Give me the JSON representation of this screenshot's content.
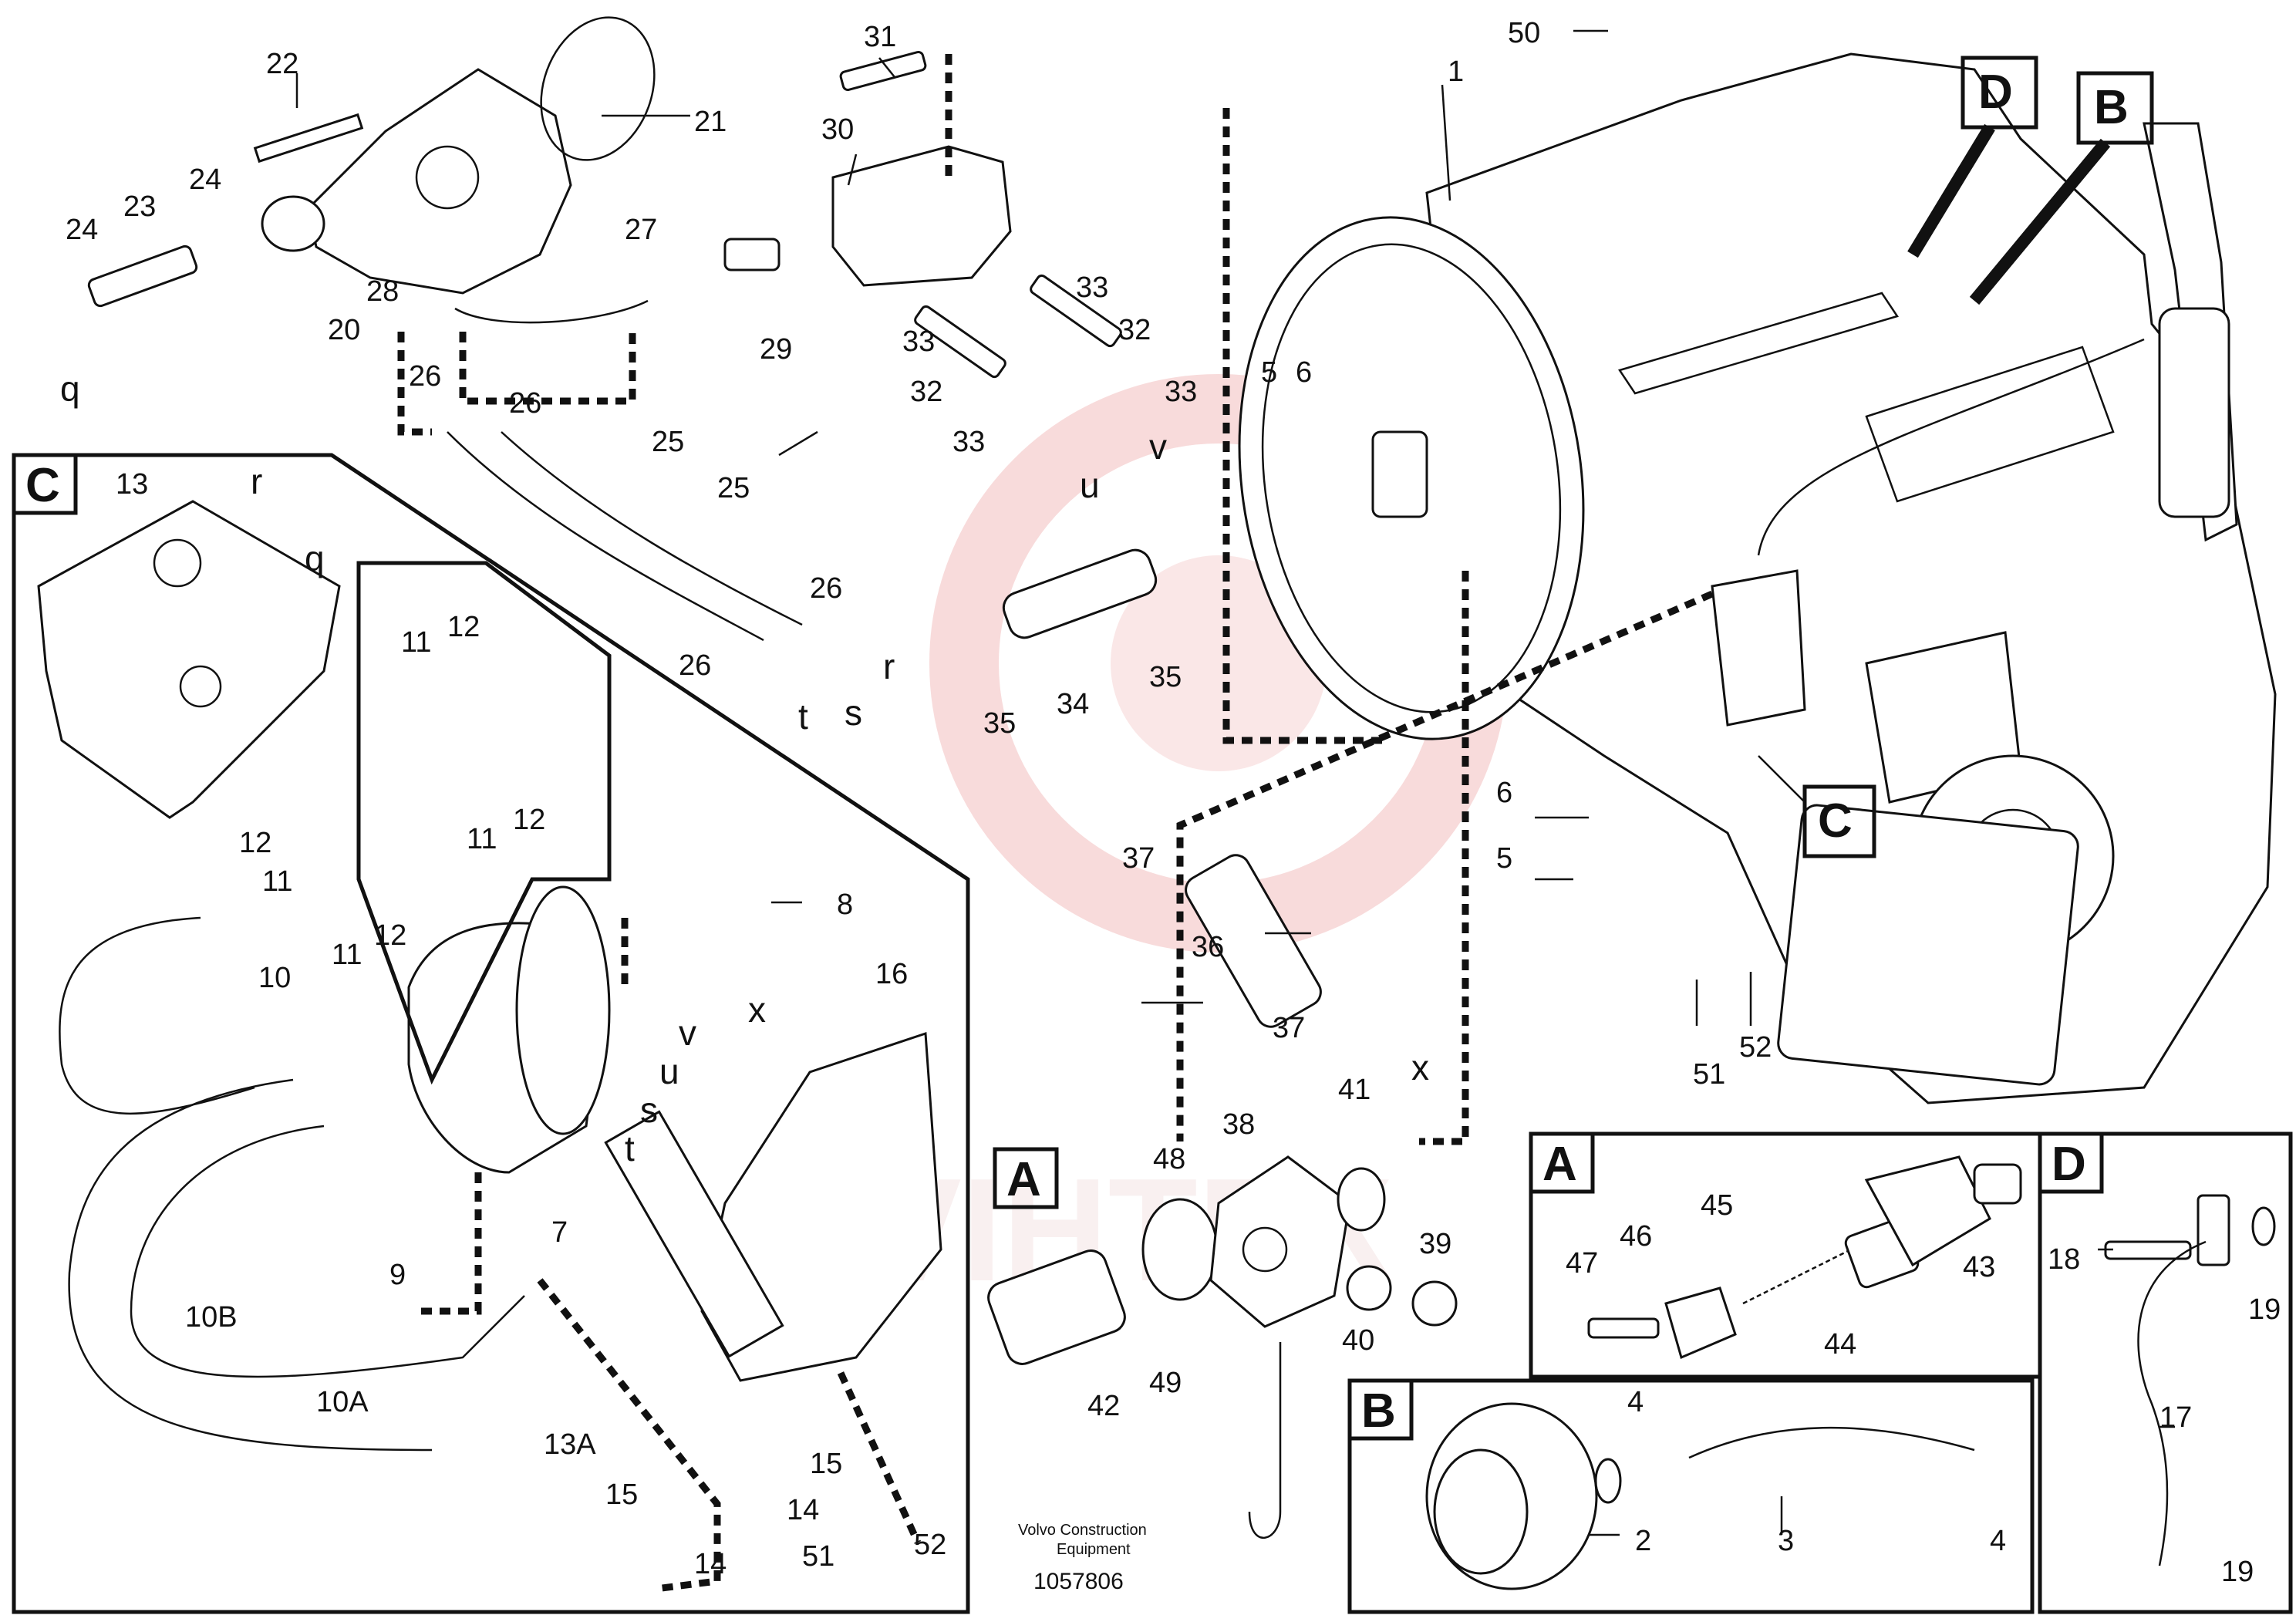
{
  "document": {
    "caption_line1": "Volvo Construction",
    "caption_line2": "Equipment",
    "drawing_number": "1057806",
    "watermark": "VIHTEX"
  },
  "detail_boxes": {
    "A": "A",
    "B": "B",
    "C": "C",
    "D": "D"
  },
  "callouts": {
    "c1": "1",
    "c2": "2",
    "c3": "3",
    "c4a": "4",
    "c4b": "4",
    "c5a": "5",
    "c5b": "5",
    "c6a": "6",
    "c6b": "6",
    "c7": "7",
    "c8": "8",
    "c9": "9",
    "c10": "10",
    "c10a": "10A",
    "c10b": "10B",
    "c11a": "11",
    "c11b": "11",
    "c11c": "11",
    "c11d": "11",
    "c12a": "12",
    "c12b": "12",
    "c12c": "12",
    "c12d": "12",
    "c13": "13",
    "c13a": "13A",
    "c14a": "14",
    "c14b": "14",
    "c15a": "15",
    "c15b": "15",
    "c16": "16",
    "c17": "17",
    "c18": "18",
    "c19a": "19",
    "c19b": "19",
    "c20": "20",
    "c21": "21",
    "c22": "22",
    "c23": "23",
    "c24a": "24",
    "c24b": "24",
    "c25a": "25",
    "c25b": "25",
    "c26a": "26",
    "c26b": "26",
    "c26c": "26",
    "c26d": "26",
    "c27": "27",
    "c28": "28",
    "c29": "29",
    "c30": "30",
    "c31": "31",
    "c32a": "32",
    "c32b": "32",
    "c33a": "33",
    "c33b": "33",
    "c33c": "33",
    "c33d": "33",
    "c34": "34",
    "c35a": "35",
    "c35b": "35",
    "c36": "36",
    "c37a": "37",
    "c37b": "37",
    "c38": "38",
    "c39": "39",
    "c40": "40",
    "c41": "41",
    "c42": "42",
    "c43": "43",
    "c44": "44",
    "c45": "45",
    "c46": "46",
    "c47": "47",
    "c48": "48",
    "c49": "49",
    "c50": "50",
    "c51a": "51",
    "c51b": "51",
    "c52a": "52",
    "c52b": "52"
  },
  "connection_letters": {
    "q1": "q",
    "q2": "q",
    "r1": "r",
    "r2": "r",
    "s1": "s",
    "s2": "s",
    "t1": "t",
    "t2": "t",
    "u1": "u",
    "u2": "u",
    "v1": "v",
    "v2": "v",
    "x1": "x",
    "x2": "x"
  }
}
